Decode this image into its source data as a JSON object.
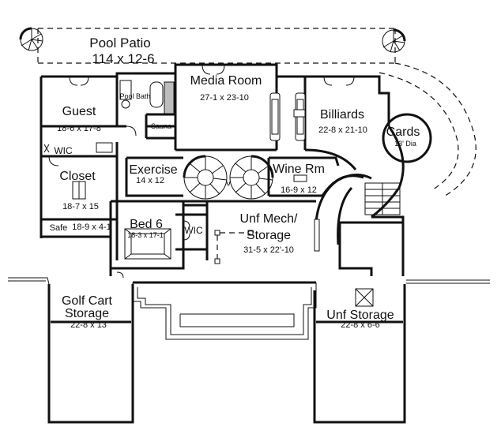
{
  "rooms": {
    "pool_patio": {
      "name": "Pool Patio",
      "dims": "114 x 12-6"
    },
    "media_room": {
      "name": "Media Room",
      "dims": "27-1 x 23-10"
    },
    "guest": {
      "name": "Guest",
      "dims": "18-6 x 17-8"
    },
    "pool_bath": {
      "name": "Pool Bath"
    },
    "sauna": {
      "name": "Sauna"
    },
    "billiards": {
      "name": "Billiards",
      "dims": "22-8 x 21-10"
    },
    "cards": {
      "name": "Cards",
      "dims": "13' Dia"
    },
    "wic_guest": {
      "name": "WIC"
    },
    "closet": {
      "name": "Closet",
      "dims": "18-7 x 15"
    },
    "exercise": {
      "name": "Exercise",
      "dims": "14 x 12"
    },
    "wine_room": {
      "name": "Wine Rm",
      "dims": "16-9 x 12"
    },
    "safe": {
      "name": "Safe",
      "dims": "18-9 x 4-1"
    },
    "bed6": {
      "name": "Bed 6",
      "dims": "18-3 x 17-1"
    },
    "wic_bed": {
      "name": "WIC"
    },
    "unf_mech": {
      "name_line1": "Unf Mech/",
      "name_line2": "Storage",
      "dims": "31-5 x 22'-10"
    },
    "golf_cart": {
      "name_line1": "Golf Cart",
      "name_line2": "Storage",
      "dims": "22-8 x 13"
    },
    "unf_storage": {
      "name": "Unf Storage",
      "dims": "22-8 x 6-6"
    }
  }
}
